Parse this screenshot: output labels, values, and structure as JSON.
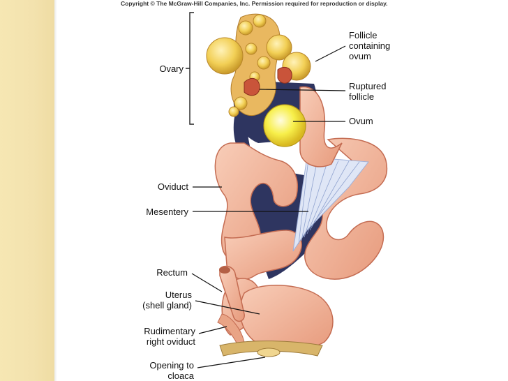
{
  "copyright": "Copyright © The McGraw-Hill Companies, Inc. Permission required for reproduction or display.",
  "labels": {
    "ovary": "Ovary",
    "follicle_line1": "Follicle",
    "follicle_line2": "containing",
    "follicle_line3": "ovum",
    "ruptured_line1": "Ruptured",
    "ruptured_line2": "follicle",
    "ovum": "Ovum",
    "oviduct": "Oviduct",
    "mesentery": "Mesentery",
    "rectum": "Rectum",
    "uterus_line1": "Uterus",
    "uterus_line2": "(shell gland)",
    "rudimentary_line1": "Rudimentary",
    "rudimentary_line2": "right oviduct",
    "opening_line1": "Opening to",
    "opening_line2": "cloaca"
  },
  "colors": {
    "slide_margin": "#f3e2ae",
    "tissue": "#f2b49a",
    "tissue_dark": "#d98a6a",
    "follicle": "#f2cf55",
    "ovum": "#f7ef4a",
    "body_cavity": "#2e3560",
    "mesentery": "#c9d4ee"
  }
}
